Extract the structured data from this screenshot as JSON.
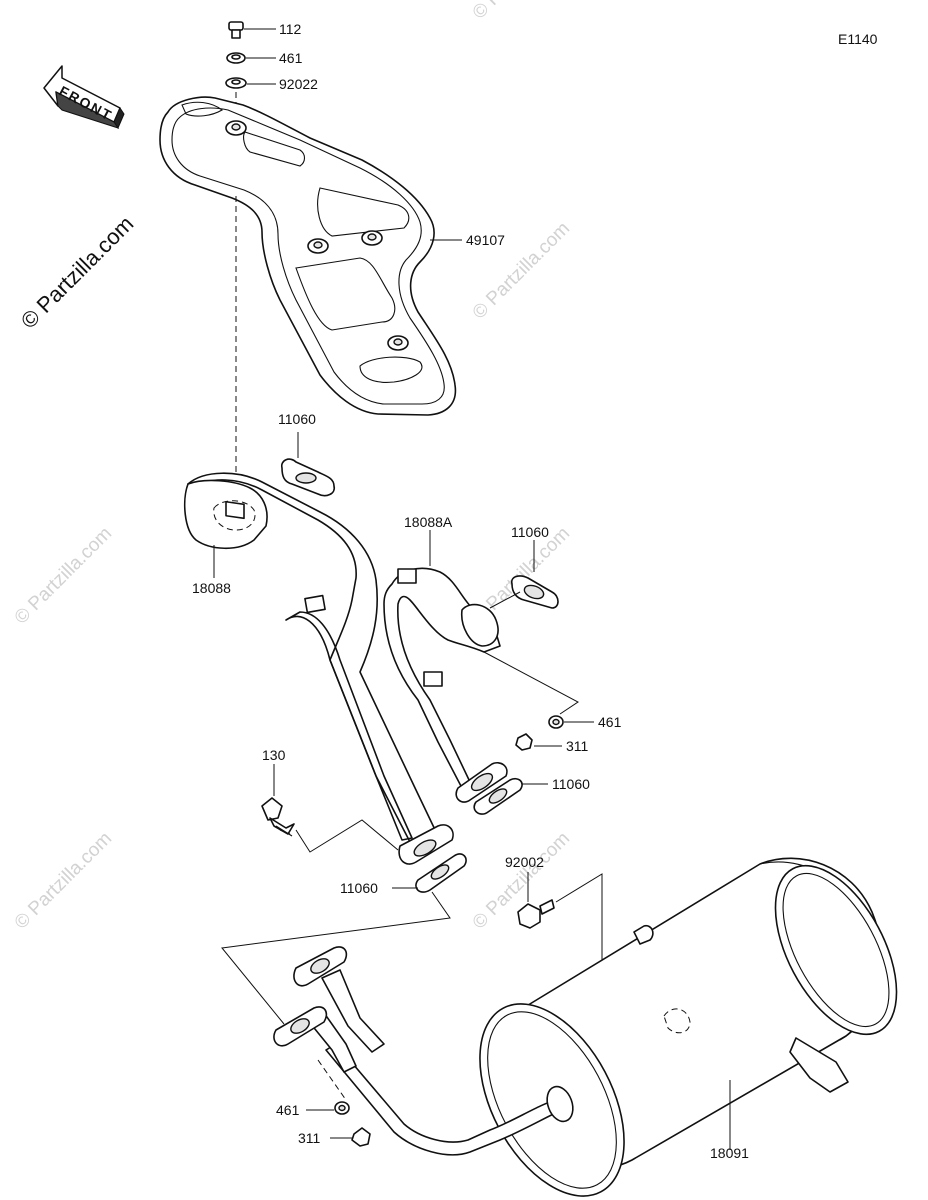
{
  "diagram": {
    "code": "E1140",
    "front_label": "FRONT",
    "watermark_main": "© Partzilla.com",
    "watermark": "© Partzilla.com"
  },
  "callouts": [
    {
      "id": "bolt-112",
      "text": "112"
    },
    {
      "id": "washer-461-top",
      "text": "461"
    },
    {
      "id": "washer-92022",
      "text": "92022"
    },
    {
      "id": "heat-guard-49107",
      "text": "49107"
    },
    {
      "id": "gasket-11060-a",
      "text": "11060"
    },
    {
      "id": "exhaust-pipe-18088",
      "text": "18088"
    },
    {
      "id": "exhaust-pipe-18088a",
      "text": "18088A"
    },
    {
      "id": "gasket-11060-b",
      "text": "11060"
    },
    {
      "id": "washer-461-mid",
      "text": "461"
    },
    {
      "id": "nut-311-mid",
      "text": "311"
    },
    {
      "id": "gasket-11060-c",
      "text": "11060"
    },
    {
      "id": "bolt-130",
      "text": "130"
    },
    {
      "id": "gasket-11060-d",
      "text": "11060"
    },
    {
      "id": "bolt-92002",
      "text": "92002"
    },
    {
      "id": "washer-461-bottom",
      "text": "461"
    },
    {
      "id": "nut-311-bottom",
      "text": "311"
    },
    {
      "id": "muffler-18091",
      "text": "18091"
    }
  ]
}
